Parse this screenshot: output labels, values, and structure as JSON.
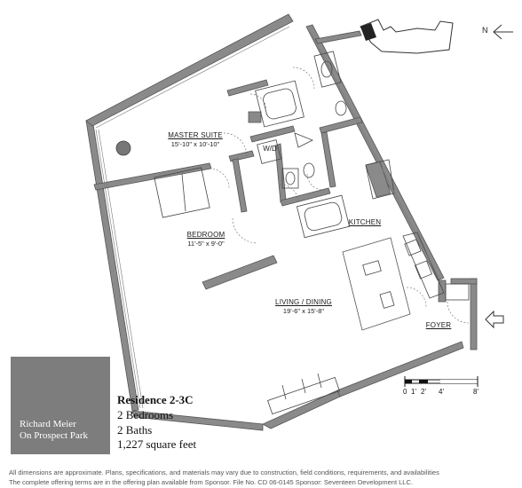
{
  "rooms": {
    "master_suite": {
      "name": "MASTER SUITE",
      "dims": "15'-10\" x 10'-10\""
    },
    "bedroom": {
      "name": "BEDROOM",
      "dims": "11'-5\" x 9'-0\""
    },
    "wd": {
      "name": "W/D"
    },
    "kitchen": {
      "name": "KITCHEN"
    },
    "living_dining": {
      "name": "LIVING / DINING",
      "dims": "19'-6\" x 15'-8\""
    },
    "foyer": {
      "name": "FOYER"
    }
  },
  "compass": {
    "label": "N"
  },
  "scale": {
    "ticks": [
      "0",
      "1'",
      "2'",
      "4'",
      "8'"
    ]
  },
  "brand": {
    "line1": "Richard Meier",
    "line2": "On Prospect Park"
  },
  "residence": {
    "title": "Residence 2-3C",
    "bedrooms": "2 Bedrooms",
    "baths": "2 Baths",
    "area": "1,227 square feet"
  },
  "disclaimer": {
    "line1": "All dimensions are approximate. Plans, specifications, and materials may vary due to construction, field conditions, requirements, and availabilities",
    "line2": "The complete offering terms are in the offering plan available from Sponsor. File No. CD 06-0145 Sponsor: Seventeen Development LLC."
  },
  "colors": {
    "wall": "#8a8a8a",
    "wall_stroke": "#555555",
    "brand_bg": "#7d7d7d"
  }
}
